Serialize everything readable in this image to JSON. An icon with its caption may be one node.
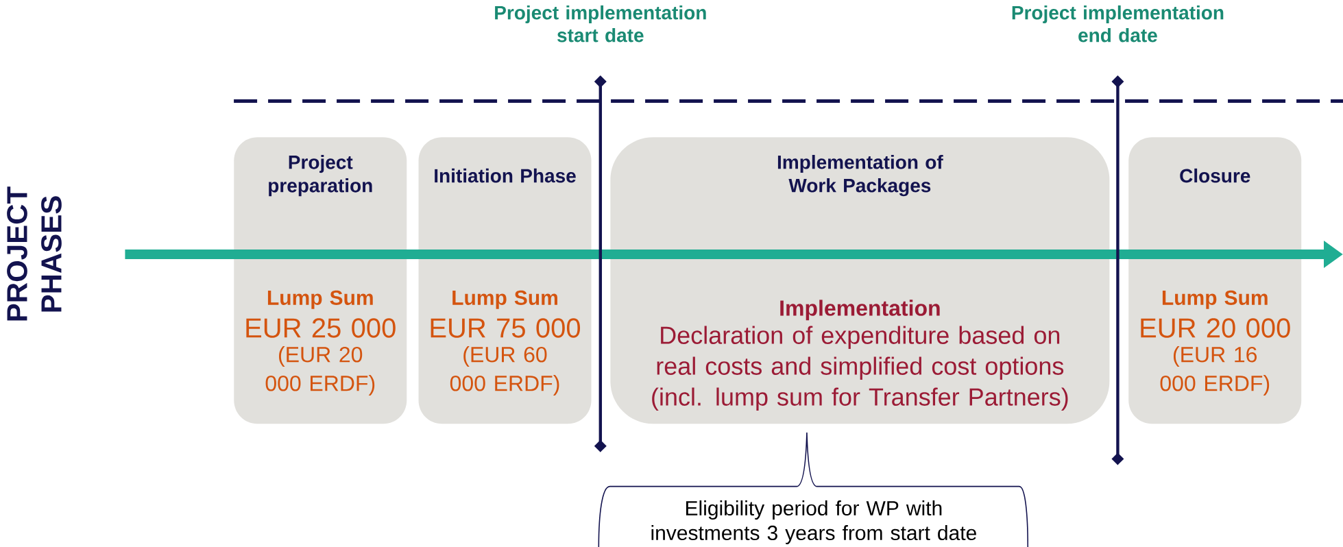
{
  "diagram": {
    "nodes": [
      {
        "text": [
          "Project preparation",
          "Lump Sum",
          "EUR 25 000",
          "(EUR 20 000 ERDF)"
        ]
      },
      {
        "text": [
          "Initiation Phase",
          "Lump Sum",
          "EUR 75 000",
          "(EUR 60 000 ERDF)"
        ]
      },
      {
        "text": [
          "Implementation of Work Packages",
          "Implementation",
          "Declaration of expenditure based on real costs and simplified cost options (incl. lump sum for Transfer Partners)"
        ]
      },
      {
        "text": [
          "Closure",
          "Lump Sum",
          "EUR 20 000",
          "(EUR 16 000 ERDF)"
        ]
      }
    ],
    "labels": [
      "PROJECT PHASES",
      "Project implementation start date",
      "Project implementation end date",
      "Eligibility period for WP with investments 3 years from start date"
    ]
  }
}
